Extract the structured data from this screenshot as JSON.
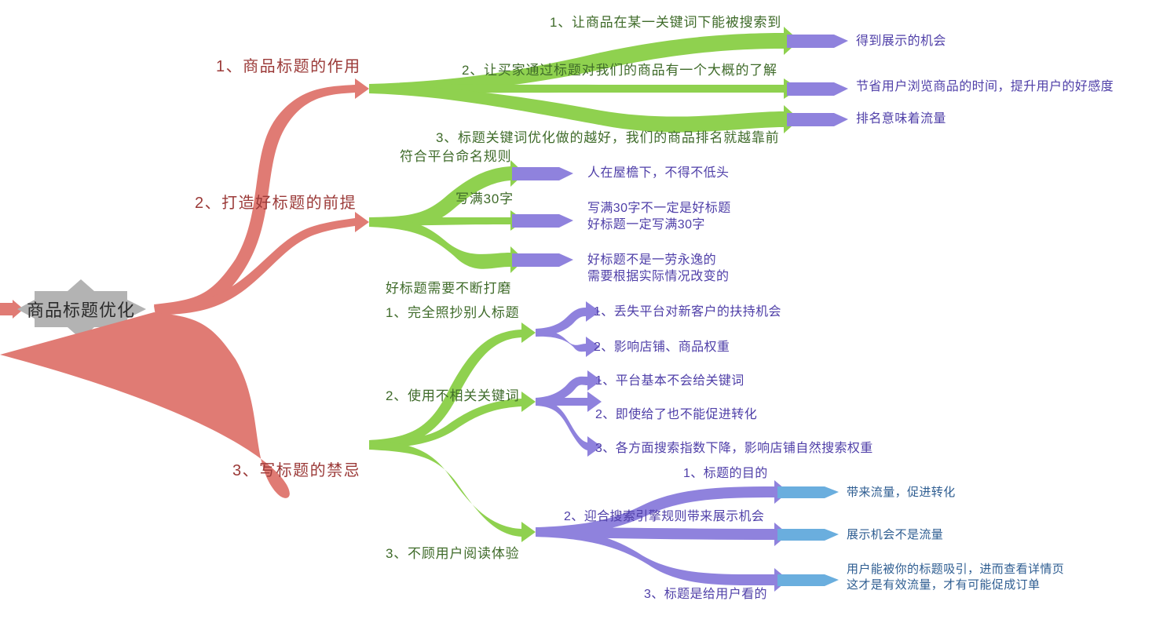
{
  "root": {
    "label": "商品标题优化",
    "badge_color": "#b3b3b3"
  },
  "palette": {
    "level1": "#e07b74",
    "level2": "#8fd14f",
    "level3": "#8f82dd",
    "level4": "#6aaede",
    "level1_text": "#9b3a38",
    "level2_text": "#3f6b2a",
    "level3_text": "#4f3fa8",
    "level4_text": "#2e5d91",
    "root_fill": "#b3b3b3",
    "background": "#ffffff"
  },
  "branches": [
    {
      "id": "b1",
      "label": "1、商品标题的作用",
      "children": [
        {
          "label": "1、让商品在某一关键词下能被搜索到",
          "children": [
            {
              "label": "得到展示的机会"
            }
          ]
        },
        {
          "label": "2、让买家通过标题对我们的商品有一个大概的了解",
          "children": [
            {
              "label": "节省用户浏览商品的时间，提升用户的好感度"
            }
          ]
        },
        {
          "label": "3、标题关键词优化做的越好，我们的商品排名就越靠前",
          "children": [
            {
              "label": "排名意味着流量"
            }
          ]
        }
      ]
    },
    {
      "id": "b2",
      "label": "2、打造好标题的前提",
      "children": [
        {
          "label": "符合平台命名规则",
          "children": [
            {
              "label": "人在屋檐下，不得不低头"
            }
          ]
        },
        {
          "label": "写满30字",
          "children": [
            {
              "label": "写满30字不一定是好标题\n好标题一定写满30字"
            }
          ]
        },
        {
          "label": "好标题需要不断打磨",
          "children": [
            {
              "label": "好标题不是一劳永逸的\n需要根据实际情况改变的"
            }
          ]
        }
      ]
    },
    {
      "id": "b3",
      "label": "3、写标题的禁忌",
      "children": [
        {
          "label": "1、完全照抄别人标题",
          "children": [
            {
              "label": "1、丢失平台对新客户的扶持机会"
            },
            {
              "label": "2、影响店铺、商品权重"
            }
          ]
        },
        {
          "label": "2、使用不相关关键词",
          "children": [
            {
              "label": "1、平台基本不会给关键词"
            },
            {
              "label": "2、即使给了也不能促进转化"
            },
            {
              "label": "3、各方面搜索指数下降，影响店铺自然搜索权重"
            }
          ]
        },
        {
          "label": "3、不顾用户阅读体验",
          "children": [
            {
              "label": "1、标题的目的",
              "children": [
                {
                  "label": "带来流量，促进转化"
                }
              ]
            },
            {
              "label": "2、迎合搜索引擎规则带来展示机会",
              "children": [
                {
                  "label": "展示机会不是流量"
                }
              ]
            },
            {
              "label": "3、标题是给用户看的",
              "children": [
                {
                  "label": "用户能被你的标题吸引，进而查看详情页\n这才是有效流量，才有可能促成订单"
                }
              ]
            }
          ]
        }
      ]
    }
  ]
}
